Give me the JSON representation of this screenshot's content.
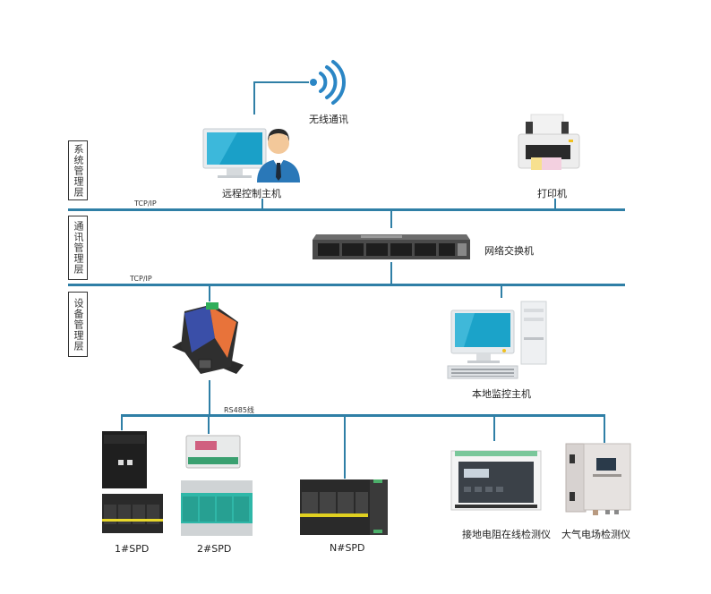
{
  "layers": [
    {
      "label": "系统管理层"
    },
    {
      "label": "通讯管理层"
    },
    {
      "label": "设备管理层"
    }
  ],
  "buses": {
    "top_protocol": "TCP/IP",
    "middle_protocol": "TCP/IP",
    "field_bus": "RS485线"
  },
  "nodes": {
    "wireless": "无线通讯",
    "remote_host": "远程控制主机",
    "printer": "打印机",
    "switch": "网络交换机",
    "local_host": "本地监控主机",
    "spd1": "1#SPD",
    "spd2": "2#SPD",
    "spdn": "N#SPD",
    "ground_monitor": "接地电阻在线检测仪",
    "field_meter": "大气电场检测仪"
  },
  "colors": {
    "bus": "#2f7fa6",
    "wireless": "#2b86c5"
  }
}
